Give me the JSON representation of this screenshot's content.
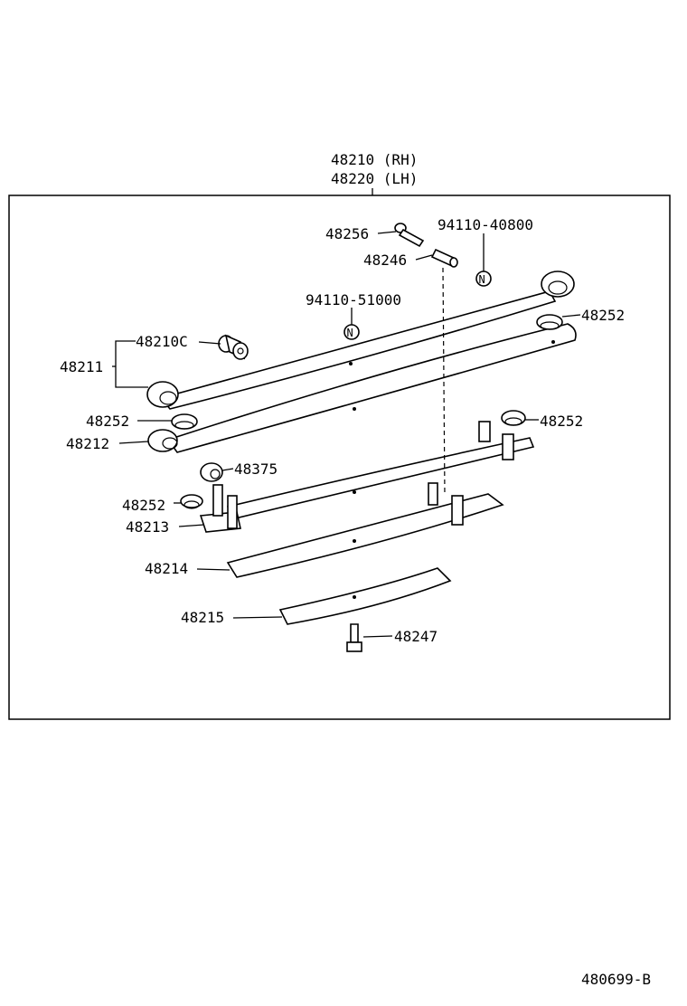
{
  "diagram": {
    "assembly_rh": "48210 (RH)",
    "assembly_lh": "48220 (LH)",
    "drawing_number": "480699-B",
    "parts": [
      "48256",
      "94110-40800",
      "48246",
      "94110-51000",
      "48252",
      "48210C",
      "48211",
      "48252",
      "48252",
      "48212",
      "48375",
      "48252",
      "48213",
      "48214",
      "48215",
      "48247"
    ],
    "nut_symbol": "N"
  }
}
